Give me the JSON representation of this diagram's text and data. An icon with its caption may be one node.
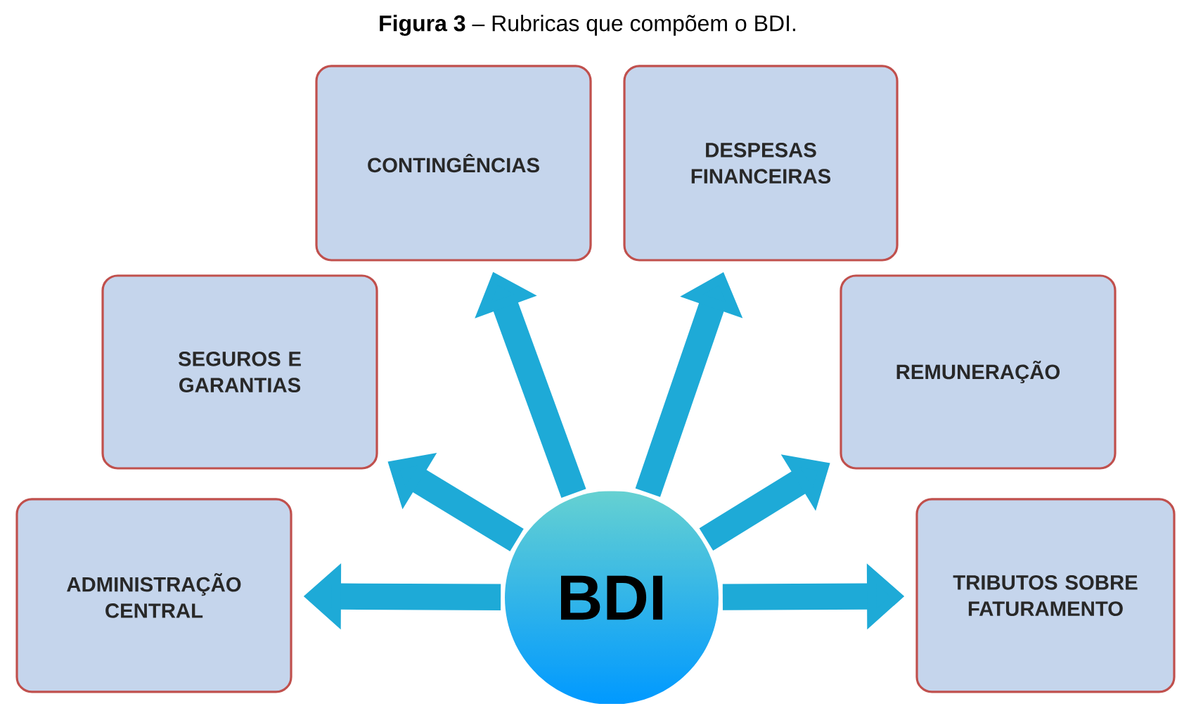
{
  "diagram": {
    "title": "**Figura 3** – Rubricas que compõem o BDI.",
    "nodes": [
      {
        "text": [
          "CONTINGÊNCIAS"
        ]
      },
      {
        "text": [
          "DESPESAS FINANCEIRAS"
        ]
      },
      {
        "text": [
          "SEGUROS E GARANTIAS"
        ]
      },
      {
        "text": [
          "REMUNERAÇÃO"
        ]
      },
      {
        "text": [
          "ADMINISTRAÇÃO CENTRAL"
        ]
      },
      {
        "text": [
          "BDI"
        ]
      },
      {
        "text": [
          "TRIBUTOS SOBRE FATURAMENTO"
        ]
      }
    ],
    "edges": [
      {
        "from": 5,
        "to": 0,
        "arrow": "to"
      },
      {
        "from": 5,
        "to": 1,
        "arrow": "to"
      },
      {
        "from": 5,
        "to": 2,
        "arrow": "to"
      },
      {
        "from": 5,
        "to": 3,
        "arrow": "to"
      },
      {
        "from": 5,
        "to": 4,
        "arrow": "to"
      },
      {
        "from": 5,
        "to": 6,
        "arrow": "to"
      }
    ]
  }
}
